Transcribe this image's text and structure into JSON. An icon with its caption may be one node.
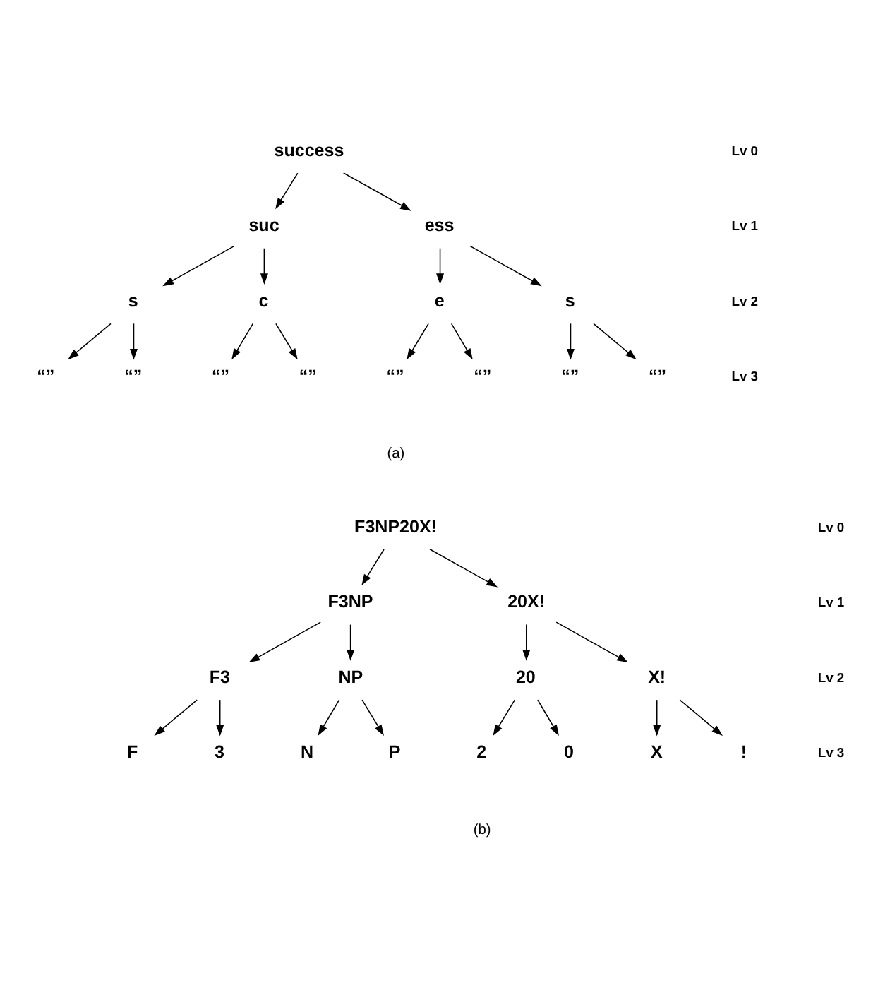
{
  "diagram": {
    "nodes": [
      {
        "text": [
          "success"
        ]
      },
      {
        "text": [
          "suc"
        ]
      },
      {
        "text": [
          "ess"
        ]
      },
      {
        "text": [
          "s"
        ]
      },
      {
        "text": [
          "c"
        ]
      },
      {
        "text": [
          "e"
        ]
      },
      {
        "text": [
          "s"
        ]
      },
      {
        "text": [
          "“”"
        ]
      },
      {
        "text": [
          "“”"
        ]
      },
      {
        "text": [
          "“”"
        ]
      },
      {
        "text": [
          "“”"
        ]
      },
      {
        "text": [
          "“”"
        ]
      },
      {
        "text": [
          "“”"
        ]
      },
      {
        "text": [
          "“”"
        ]
      },
      {
        "text": [
          "“”"
        ]
      },
      {
        "text": [
          "F3NP20X!"
        ]
      },
      {
        "text": [
          "F3NP"
        ]
      },
      {
        "text": [
          "20X!"
        ]
      },
      {
        "text": [
          "F3"
        ]
      },
      {
        "text": [
          "NP"
        ]
      },
      {
        "text": [
          "20"
        ]
      },
      {
        "text": [
          "X!"
        ]
      },
      {
        "text": [
          "F"
        ]
      },
      {
        "text": [
          "3"
        ]
      },
      {
        "text": [
          "N"
        ]
      },
      {
        "text": [
          "P"
        ]
      },
      {
        "text": [
          "2"
        ]
      },
      {
        "text": [
          "0"
        ]
      },
      {
        "text": [
          "X"
        ]
      },
      {
        "text": [
          "!"
        ]
      }
    ],
    "edges": [
      {
        "from": 0,
        "to": 1,
        "arrow": "to"
      },
      {
        "from": 0,
        "to": 2,
        "arrow": "to"
      },
      {
        "from": 1,
        "to": 3,
        "arrow": "to"
      },
      {
        "from": 1,
        "to": 4,
        "arrow": "to"
      },
      {
        "from": 2,
        "to": 5,
        "arrow": "to"
      },
      {
        "from": 2,
        "to": 6,
        "arrow": "to"
      },
      {
        "from": 3,
        "to": 7,
        "arrow": "to"
      },
      {
        "from": 3,
        "to": 8,
        "arrow": "to"
      },
      {
        "from": 4,
        "to": 9,
        "arrow": "to"
      },
      {
        "from": 4,
        "to": 10,
        "arrow": "to"
      },
      {
        "from": 5,
        "to": 11,
        "arrow": "to"
      },
      {
        "from": 5,
        "to": 12,
        "arrow": "to"
      },
      {
        "from": 6,
        "to": 13,
        "arrow": "to"
      },
      {
        "from": 6,
        "to": 14,
        "arrow": "to"
      },
      {
        "from": 15,
        "to": 16,
        "arrow": "to"
      },
      {
        "from": 15,
        "to": 17,
        "arrow": "to"
      },
      {
        "from": 16,
        "to": 18,
        "arrow": "to"
      },
      {
        "from": 16,
        "to": 19,
        "arrow": "to"
      },
      {
        "from": 17,
        "to": 20,
        "arrow": "to"
      },
      {
        "from": 17,
        "to": 21,
        "arrow": "to"
      },
      {
        "from": 18,
        "to": 22,
        "arrow": "to"
      },
      {
        "from": 18,
        "to": 23,
        "arrow": "to"
      },
      {
        "from": 19,
        "to": 24,
        "arrow": "to"
      },
      {
        "from": 19,
        "to": 25,
        "arrow": "to"
      },
      {
        "from": 20,
        "to": 26,
        "arrow": "to"
      },
      {
        "from": 20,
        "to": 27,
        "arrow": "to"
      },
      {
        "from": 21,
        "to": 28,
        "arrow": "to"
      },
      {
        "from": 21,
        "to": 29,
        "arrow": "to"
      }
    ],
    "labels": [
      "Lv 0",
      "Lv 1",
      "Lv 2",
      "Lv 3",
      "(a)",
      "Lv 0",
      "Lv 1",
      "Lv 2",
      "Lv 3",
      "(b)"
    ]
  }
}
